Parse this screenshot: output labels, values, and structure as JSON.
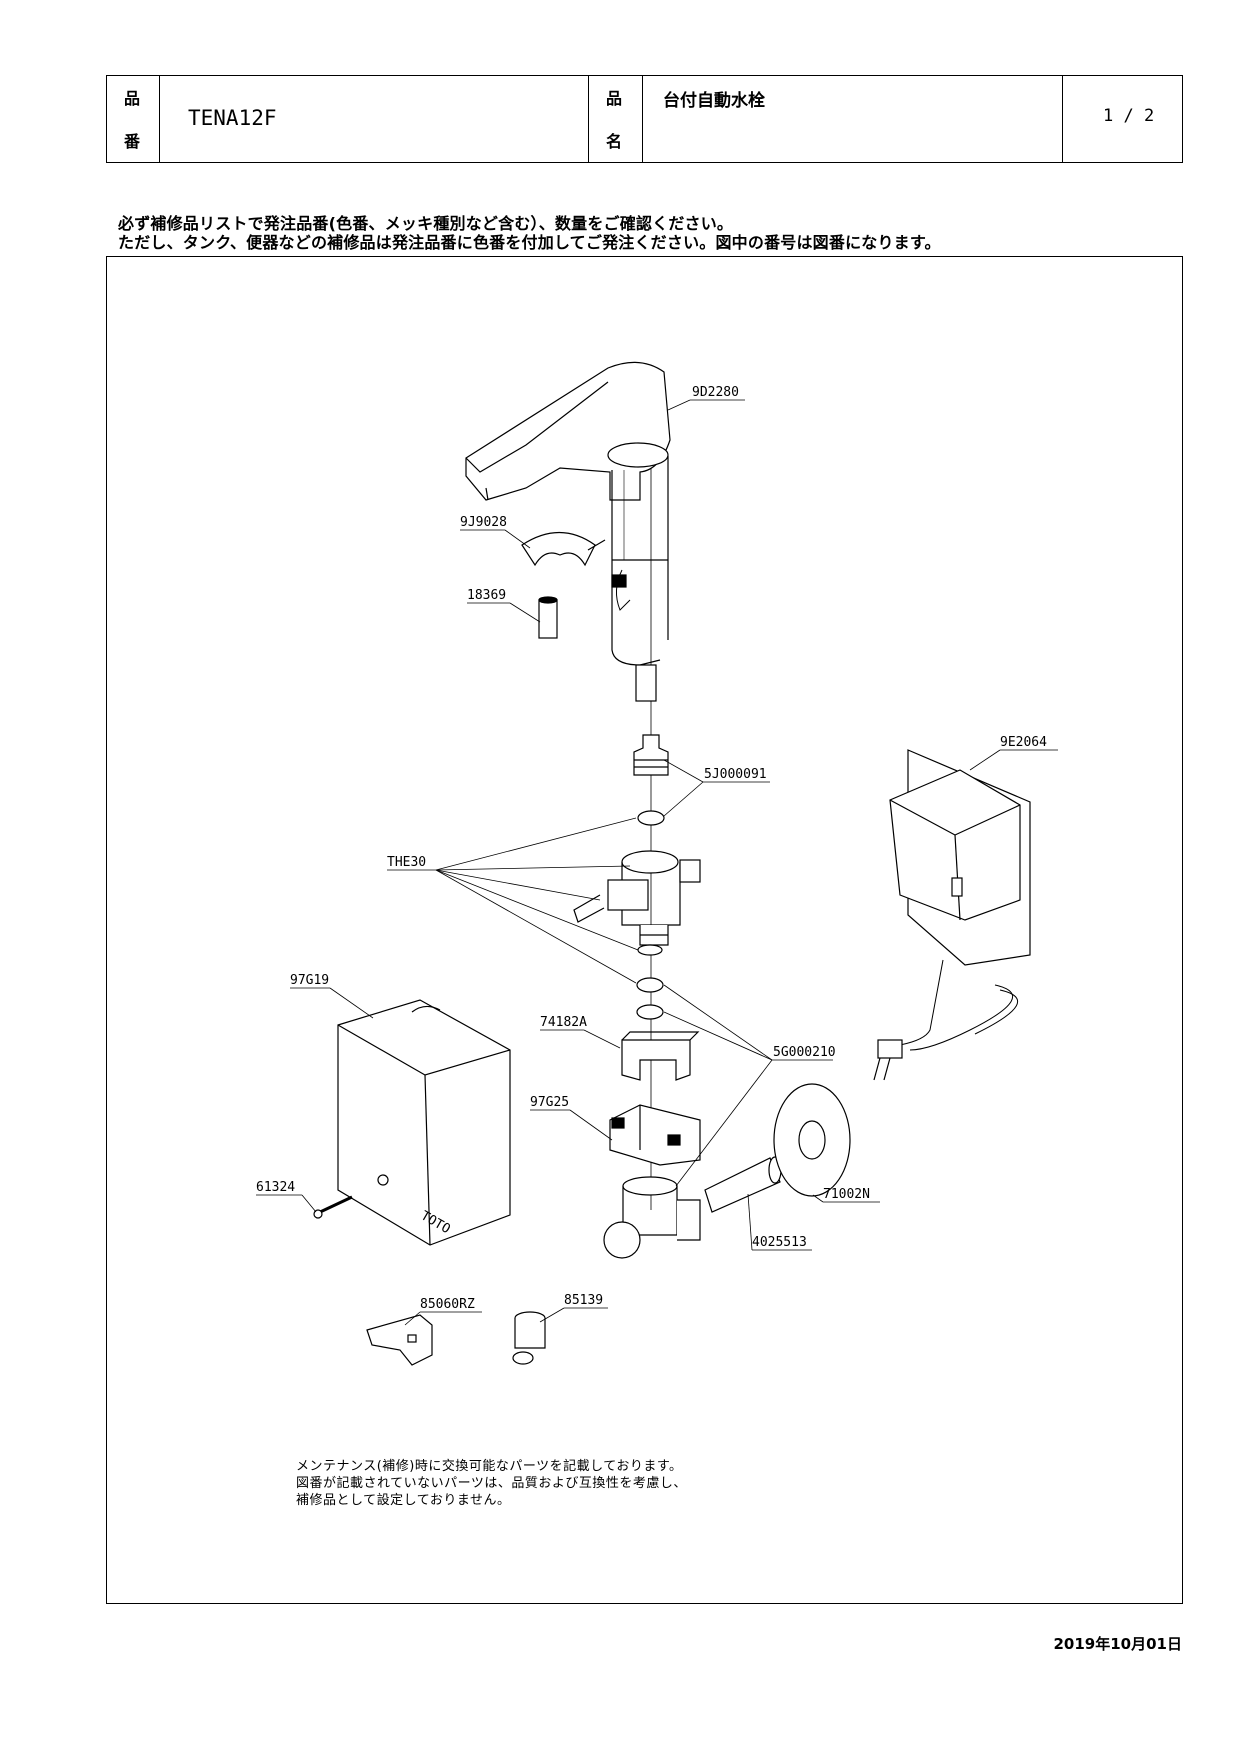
{
  "header": {
    "part_no_label_1": "品",
    "part_no_label_2": "番",
    "part_no": "TENA12F",
    "part_name_label_1": "品",
    "part_name_label_2": "名",
    "part_name": "台付自動水栓",
    "page": "1 / 2"
  },
  "notice": {
    "line1": "必ず補修品リストで発注品番(色番、メッキ種別など含む）、数量をご確認ください。",
    "line2": "ただし、タンク、便器などの補修品は発注品番に色番を付加してご発注ください。図中の番号は図番になります。"
  },
  "parts": {
    "p_9D2280": "9D2280",
    "p_9J9028": "9J9028",
    "p_18369": "18369",
    "p_5J000091": "5J000091",
    "p_THE30": "THE30",
    "p_9E2064": "9E2064",
    "p_97G19": "97G19",
    "p_74182A": "74182A",
    "p_5G000210": "5G000210",
    "p_97G25": "97G25",
    "p_61324": "61324",
    "p_71002N": "71002N",
    "p_4025513": "4025513",
    "p_85060RZ": "85060RZ",
    "p_85139": "85139",
    "brand": "TOTO"
  },
  "footnote": {
    "line1": "メンテナンス(補修)時に交換可能なパーツを記載しております。",
    "line2": "図番が記載されていないパーツは、品質および互換性を考慮し、",
    "line3": "補修品として設定しておりません。"
  },
  "date": "2019年10月01日"
}
